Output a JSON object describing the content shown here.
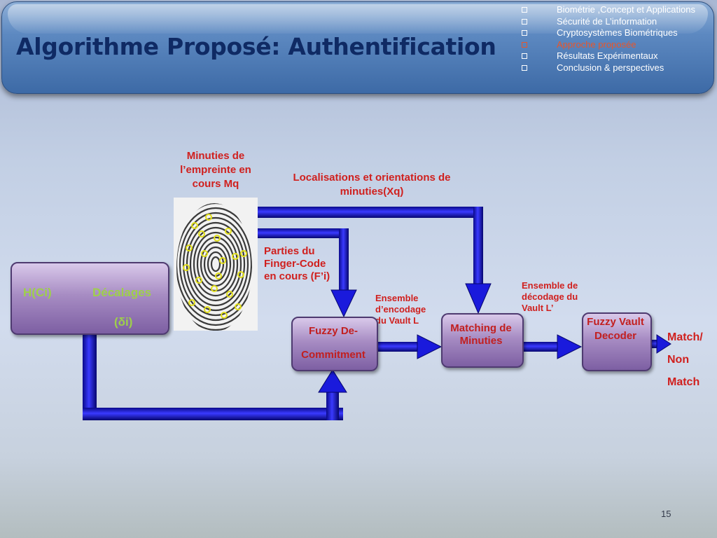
{
  "slide": {
    "title": "Algorithme Proposé: Authentification",
    "page_number": "15"
  },
  "agenda": [
    {
      "label": "Biométrie ,Concept et Applications",
      "active": false
    },
    {
      "label": "Sécurité de L’information",
      "active": false
    },
    {
      "label": "Cryptosystèmes Biométriques",
      "active": false
    },
    {
      "label": "Approche proposée",
      "active": true
    },
    {
      "label": "Résultats Expérimentaux",
      "active": false
    },
    {
      "label": "Conclusion & perspectives",
      "active": false
    }
  ],
  "diagram": {
    "input_box": {
      "hci_label": "H(Ci)",
      "decalages_label": "Décalages",
      "delta_label": "(δi)"
    },
    "fingerprint_caption": "Minuties de l’empreinte en cours Mq",
    "localisations_label": "Localisations  et orientations  de minuties(Xq)",
    "parties_label": "Parties du Finger-Code en cours (F’i)",
    "ensemble_encodage_label": "Ensemble d’encodage du Vault L",
    "ensemble_decodage_label": "Ensemble de décodage du Vault L’",
    "fuzzy_decommitment": "Fuzzy De-Commitment",
    "matching": "Matching de Minuties",
    "fuzzy_vault_decoder": "Fuzzy Vault Decoder",
    "output_label": "Match/ Non Match"
  },
  "colors": {
    "arrow": "#1a1adc",
    "node_label": "#c21f1f",
    "accent_active": "#e8562a",
    "title": "#0f2a64"
  }
}
